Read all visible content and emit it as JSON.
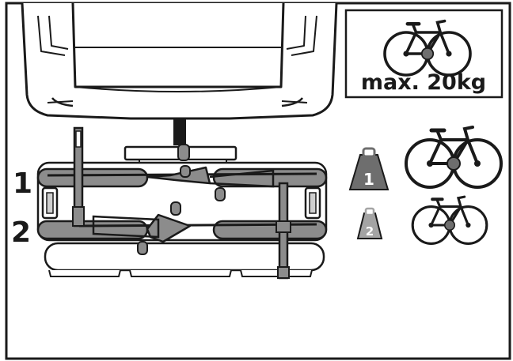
{
  "max_load_label": "max. 20kg",
  "positions": [
    {
      "number": "1",
      "weight_tag": "1"
    },
    {
      "number": "2",
      "weight_tag": "2"
    }
  ],
  "colors": {
    "ink": "#1a1a1a",
    "bar_gray": "#8c8c8c",
    "light_gray": "#cfcfcf",
    "weight_dark": "#6e6e6e",
    "weight_light": "#a4a4a4",
    "background": "#ffffff"
  },
  "icons": [
    "bicycle-icon",
    "weight-icon",
    "car-rear-icon",
    "bike-carrier-icon"
  ]
}
